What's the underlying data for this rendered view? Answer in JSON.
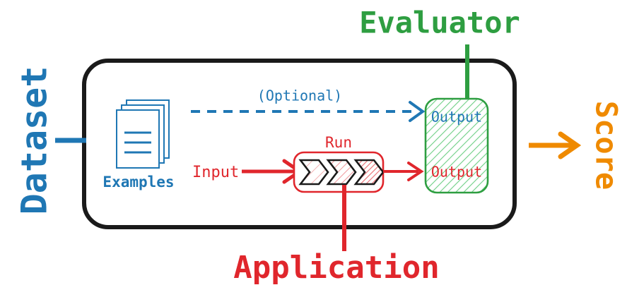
{
  "diagram": {
    "title_visible": false,
    "type": "evaluation-pipeline",
    "colors": {
      "blue": "#1f77b4",
      "red": "#e0262c",
      "green": "#2e9e41",
      "orange": "#ef8a00",
      "black": "#1a1a1a",
      "white": "#ffffff"
    },
    "outer_container": {
      "name": "experiment-container",
      "stroke": "#1a1a1a"
    },
    "labels": {
      "dataset": "Dataset",
      "evaluator": "Evaluator",
      "application": "Application",
      "score": "Score",
      "examples": "Examples",
      "input": "Input",
      "run": "Run",
      "optional": "(Optional)",
      "output_reference": "Output",
      "output_prediction": "Output"
    },
    "nodes": [
      {
        "id": "examples",
        "label": "Examples",
        "color": "#1f77b4",
        "icon": "documents-stack-icon",
        "sheets": 3,
        "text_lines": 3
      },
      {
        "id": "run",
        "label": "Run",
        "color": "#e0262c",
        "icon": "chevrons-icon",
        "chevrons": 3
      },
      {
        "id": "output-box",
        "label": "Output",
        "color": "#2e9e41",
        "fill": "hatch-green",
        "entries": [
          {
            "text": "Output",
            "color": "#1f77b4",
            "source": "reference"
          },
          {
            "text": "Output",
            "color": "#e0262c",
            "source": "prediction"
          }
        ]
      }
    ],
    "edges": [
      {
        "id": "dataset-to-container",
        "style": "solid",
        "color": "#1f77b4",
        "arrow": false,
        "label": ""
      },
      {
        "id": "examples-to-output-optional",
        "style": "dashed",
        "color": "#1f77b4",
        "arrow": true,
        "label": "(Optional)"
      },
      {
        "id": "input-to-run",
        "style": "solid",
        "color": "#e0262c",
        "arrow": true,
        "label": "Input"
      },
      {
        "id": "run-to-output",
        "style": "solid",
        "color": "#e0262c",
        "arrow": true,
        "label": ""
      },
      {
        "id": "evaluator-to-output-box",
        "style": "solid",
        "color": "#2e9e41",
        "arrow": false,
        "label": "Evaluator"
      },
      {
        "id": "application-to-run",
        "style": "solid",
        "color": "#e0262c",
        "arrow": false,
        "label": "Application"
      },
      {
        "id": "container-to-score",
        "style": "solid",
        "color": "#ef8a00",
        "arrow": true,
        "label": "Score"
      }
    ]
  }
}
